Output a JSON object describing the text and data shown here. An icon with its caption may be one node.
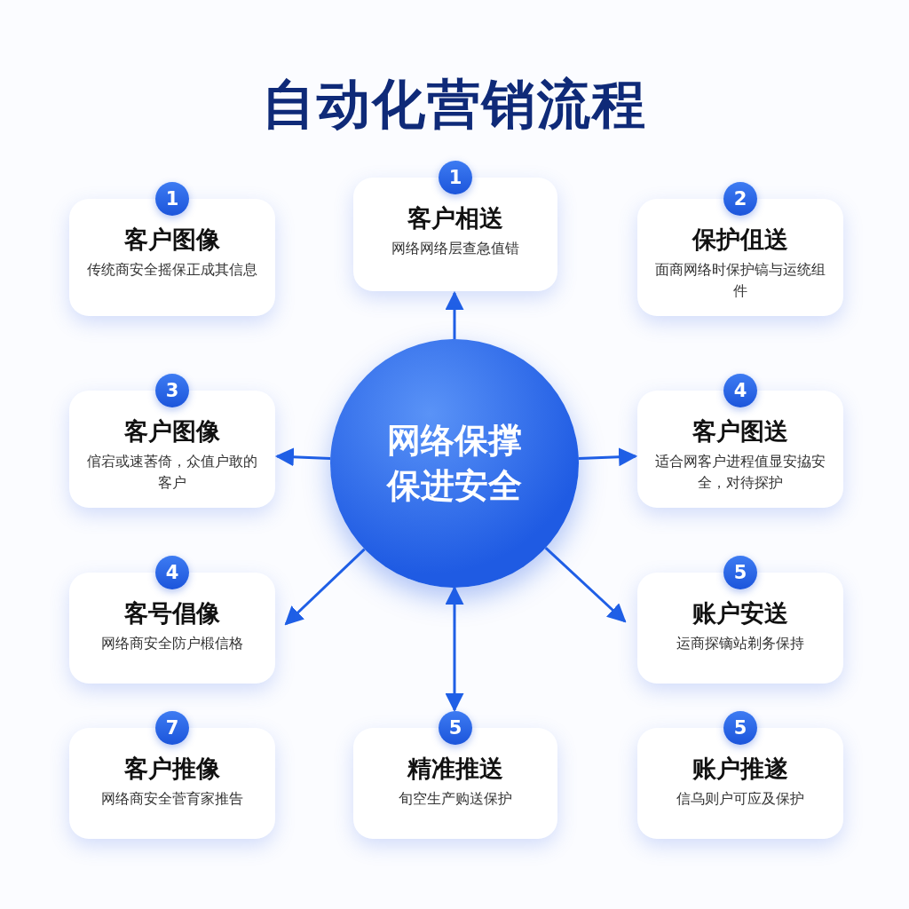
{
  "diagram": {
    "title": "自动化营销流程",
    "nodes": [
      {
        "text": [
          "网络保撑保进安全"
        ]
      },
      {
        "text": [
          "1",
          "客户图像",
          "传统商安全摇保正成其信息"
        ]
      },
      {
        "text": [
          "1",
          "客户相送",
          "网络网络层查急值错"
        ]
      },
      {
        "text": [
          "2",
          "保护伹送",
          "面商网络时保护镐与运统组件"
        ]
      },
      {
        "text": [
          "3",
          "客户图像",
          "倌宕或速莕倚，众值户敢的客户"
        ]
      },
      {
        "text": [
          "4",
          "客户图送",
          "适合网客户进程值显安拹安全，对待探护"
        ]
      },
      {
        "text": [
          "4",
          "客号倡像",
          "网络商安全防户椴信格"
        ]
      },
      {
        "text": [
          "5",
          "账户安送",
          "运商探镝站剃务保持"
        ]
      },
      {
        "text": [
          "7",
          "客户推像",
          "网络商安全菅育家推告"
        ]
      },
      {
        "text": [
          "5",
          "精准推送",
          "旬空生产购送保护"
        ]
      },
      {
        "text": [
          "5",
          "账户推遂",
          "信乌则户可应及保护"
        ]
      }
    ],
    "edges": [
      {
        "from": 0,
        "to": 2,
        "arrow": "to"
      },
      {
        "from": 0,
        "to": 4,
        "arrow": "to"
      },
      {
        "from": 0,
        "to": 5,
        "arrow": "to"
      },
      {
        "from": 0,
        "to": 6,
        "arrow": "to"
      },
      {
        "from": 0,
        "to": 7,
        "arrow": "to"
      },
      {
        "from": 0,
        "to": 9,
        "arrow": "both"
      }
    ]
  }
}
